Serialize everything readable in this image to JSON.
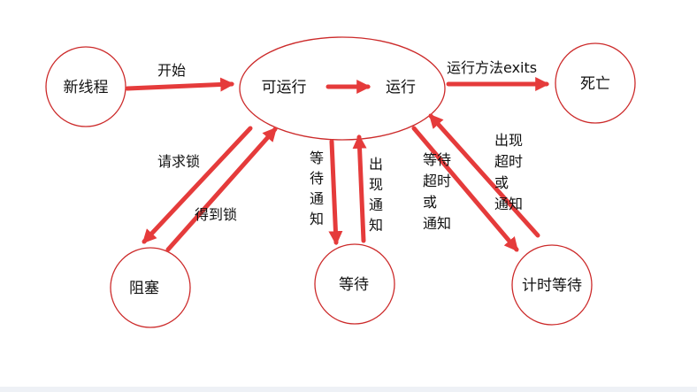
{
  "colors": {
    "node_stroke": "#cc2a2a",
    "arrow": "#e53b3b",
    "text": "#111111"
  },
  "nodes": {
    "new_thread": "新线程",
    "runnable": "可运行",
    "running": "运行",
    "dead": "死亡",
    "blocked": "阻塞",
    "waiting": "等待",
    "timed_waiting": "计时等待"
  },
  "edges": {
    "start": "开始",
    "run_exits": "运行方法exits",
    "request_lock": "请求锁",
    "get_lock": "得到锁",
    "wait_notify": [
      "等",
      "待",
      "通",
      "知"
    ],
    "notify_out": [
      "出",
      "现",
      "通",
      "知"
    ],
    "wait_timeout_notify": [
      "等待",
      "超时",
      "或",
      "通知"
    ],
    "timeout_or_notify": [
      "出现",
      "超时",
      "或",
      "通知"
    ]
  }
}
